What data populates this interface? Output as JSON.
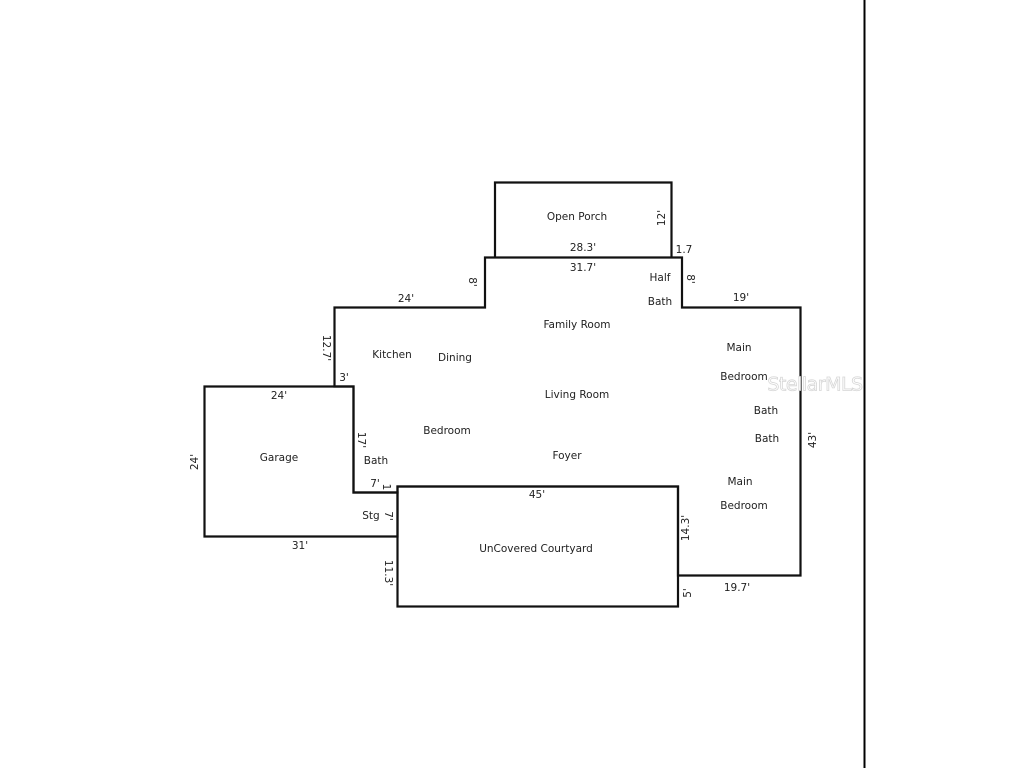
{
  "floor_plan": {
    "rooms": {
      "open_porch": "Open Porch",
      "half_bath_1": "Half",
      "half_bath_2": "Bath",
      "family_room": "Family Room",
      "kitchen": "Kitchen",
      "dining": "Dining",
      "main_bedroom_a_1": "Main",
      "main_bedroom_a_2": "Bedroom",
      "living_room": "Living Room",
      "bath_a": "Bath",
      "bath_b": "Bath",
      "bedroom": "Bedroom",
      "garage": "Garage",
      "bath_c": "Bath",
      "foyer": "Foyer",
      "main_bedroom_b_1": "Main",
      "main_bedroom_b_2": "Bedroom",
      "storage": "Stg",
      "courtyard": "UnCovered Courtyard"
    },
    "dimensions": {
      "porch_right": "12'",
      "porch_bottom": "28.3'",
      "porch_offset": "1.7",
      "main_top": "31.7'",
      "left_step_vert": "8'",
      "right_step_vert": "8'",
      "kitchen_top": "24'",
      "right_wing_top": "19'",
      "kitchen_left": "12.7'",
      "garage_step": "3'",
      "garage_top": "24'",
      "garage_left": "24'",
      "bath_left": "17'",
      "bath_bottom": "7'",
      "small_step": "1",
      "storage_right": "7'",
      "garage_bottom": "31'",
      "courtyard_top": "45'",
      "courtyard_right": "14.3'",
      "courtyard_left": "11.3'",
      "courtyard_step": "5'",
      "right_wall": "43'",
      "right_wing_bottom": "19.7'"
    },
    "watermark": "StellarMLS"
  }
}
